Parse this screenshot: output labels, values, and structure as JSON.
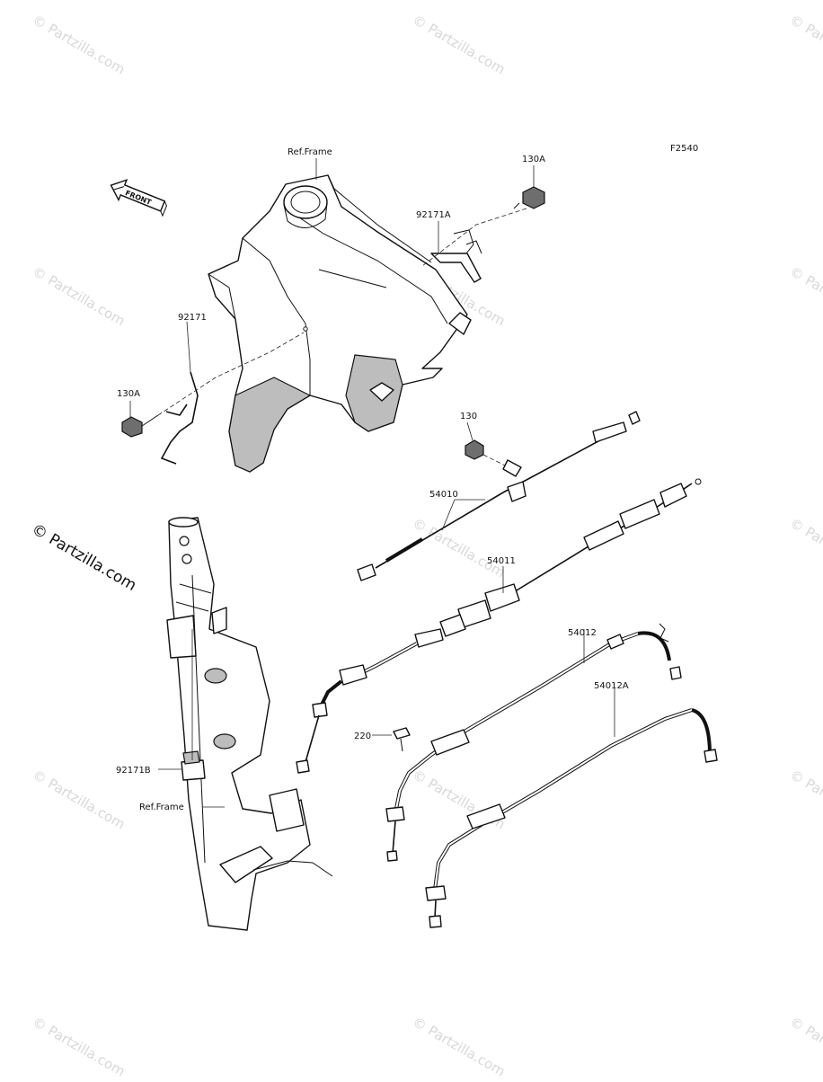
{
  "diagram": {
    "code": "F2540",
    "front_label": "FRONT",
    "callouts": {
      "ref_frame_top": "Ref.Frame",
      "ref_frame_bottom": "Ref.Frame",
      "bolt_130A_top": "130A",
      "clamp_92171A": "92171A",
      "clamp_92171": "92171",
      "bolt_130A_left": "130A",
      "bolt_130": "130",
      "cable_54010": "54010",
      "cable_54011": "54011",
      "cable_54012": "54012",
      "cable_54012A": "54012A",
      "screw_220": "220",
      "clamp_92171B": "92171B"
    }
  },
  "watermarks": {
    "small": "© Partzilla.com",
    "large": "© Partzilla.com"
  }
}
